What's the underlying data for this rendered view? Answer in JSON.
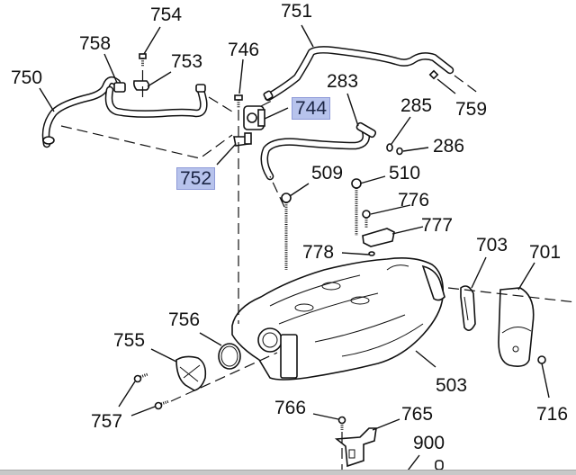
{
  "diagram": {
    "title": "Intake manifold exploded view",
    "highlight_color": "#b7c3ec",
    "callouts": [
      {
        "id": "750",
        "label": "750",
        "highlighted": false
      },
      {
        "id": "758",
        "label": "758",
        "highlighted": false
      },
      {
        "id": "754",
        "label": "754",
        "highlighted": false
      },
      {
        "id": "753",
        "label": "753",
        "highlighted": false
      },
      {
        "id": "746",
        "label": "746",
        "highlighted": false
      },
      {
        "id": "751",
        "label": "751",
        "highlighted": false
      },
      {
        "id": "744",
        "label": "744",
        "highlighted": true
      },
      {
        "id": "752",
        "label": "752",
        "highlighted": true
      },
      {
        "id": "283",
        "label": "283",
        "highlighted": false
      },
      {
        "id": "285",
        "label": "285",
        "highlighted": false
      },
      {
        "id": "286",
        "label": "286",
        "highlighted": false
      },
      {
        "id": "759",
        "label": "759",
        "highlighted": false
      },
      {
        "id": "509",
        "label": "509",
        "highlighted": false
      },
      {
        "id": "510",
        "label": "510",
        "highlighted": false
      },
      {
        "id": "776",
        "label": "776",
        "highlighted": false
      },
      {
        "id": "777",
        "label": "777",
        "highlighted": false
      },
      {
        "id": "778",
        "label": "778",
        "highlighted": false
      },
      {
        "id": "703",
        "label": "703",
        "highlighted": false
      },
      {
        "id": "701",
        "label": "701",
        "highlighted": false
      },
      {
        "id": "756",
        "label": "756",
        "highlighted": false
      },
      {
        "id": "755",
        "label": "755",
        "highlighted": false
      },
      {
        "id": "757",
        "label": "757",
        "highlighted": false
      },
      {
        "id": "503",
        "label": "503",
        "highlighted": false
      },
      {
        "id": "716",
        "label": "716",
        "highlighted": false
      },
      {
        "id": "766",
        "label": "766",
        "highlighted": false
      },
      {
        "id": "765",
        "label": "765",
        "highlighted": false
      },
      {
        "id": "900",
        "label": "900",
        "highlighted": false
      }
    ]
  }
}
